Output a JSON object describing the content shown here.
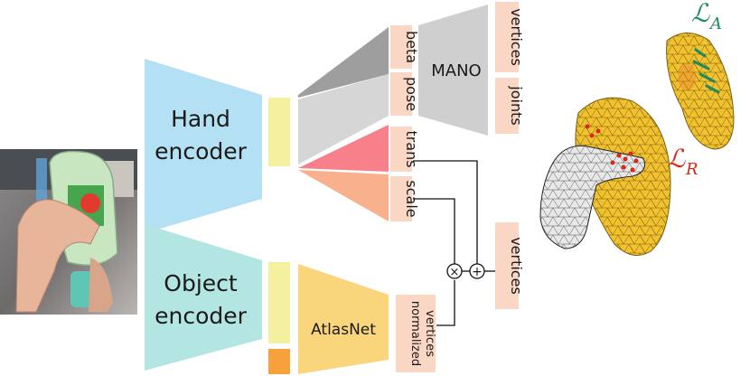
{
  "hand_encoder": {
    "line1": "Hand",
    "line2": "encoder"
  },
  "object_encoder": {
    "line1": "Object",
    "line2": "encoder"
  },
  "mano_block": {
    "label": "MANO"
  },
  "mano_inputs": {
    "beta": "beta",
    "pose": "pose"
  },
  "mano_outputs": {
    "vertices": "vertices",
    "joints": "joints"
  },
  "hand_branches": {
    "trans": "trans",
    "scale": "scale"
  },
  "atlasnet_block": {
    "label": "AtlasNet"
  },
  "atlasnet_output": {
    "line1": "normalized",
    "line2": "vertices"
  },
  "operators": {
    "multiply": "×",
    "add": "+"
  },
  "object_output": {
    "label": "vertices"
  },
  "losses": {
    "attraction": "A",
    "repulsion": "R",
    "script": "ℒ"
  },
  "colors": {
    "hand_encoder": "#b3e0f2",
    "object_encoder": "#b3e6e2",
    "latent": "#f5f0a0",
    "object_extra": "#f6a13c",
    "beta_fc": "#9e9e9e",
    "pose_fc": "#d6d6d6",
    "mano": "#cfcfcf",
    "trans_fc": "#f7808a",
    "scale_fc": "#f8b08d",
    "atlasnet": "#f9d57c",
    "label_box": "#fad7c4",
    "loss_attraction": "#1f8a5a",
    "loss_repulsion": "#d42a18",
    "object_mesh": "#f2c12e",
    "hand_mesh": "#e8e8e8"
  }
}
